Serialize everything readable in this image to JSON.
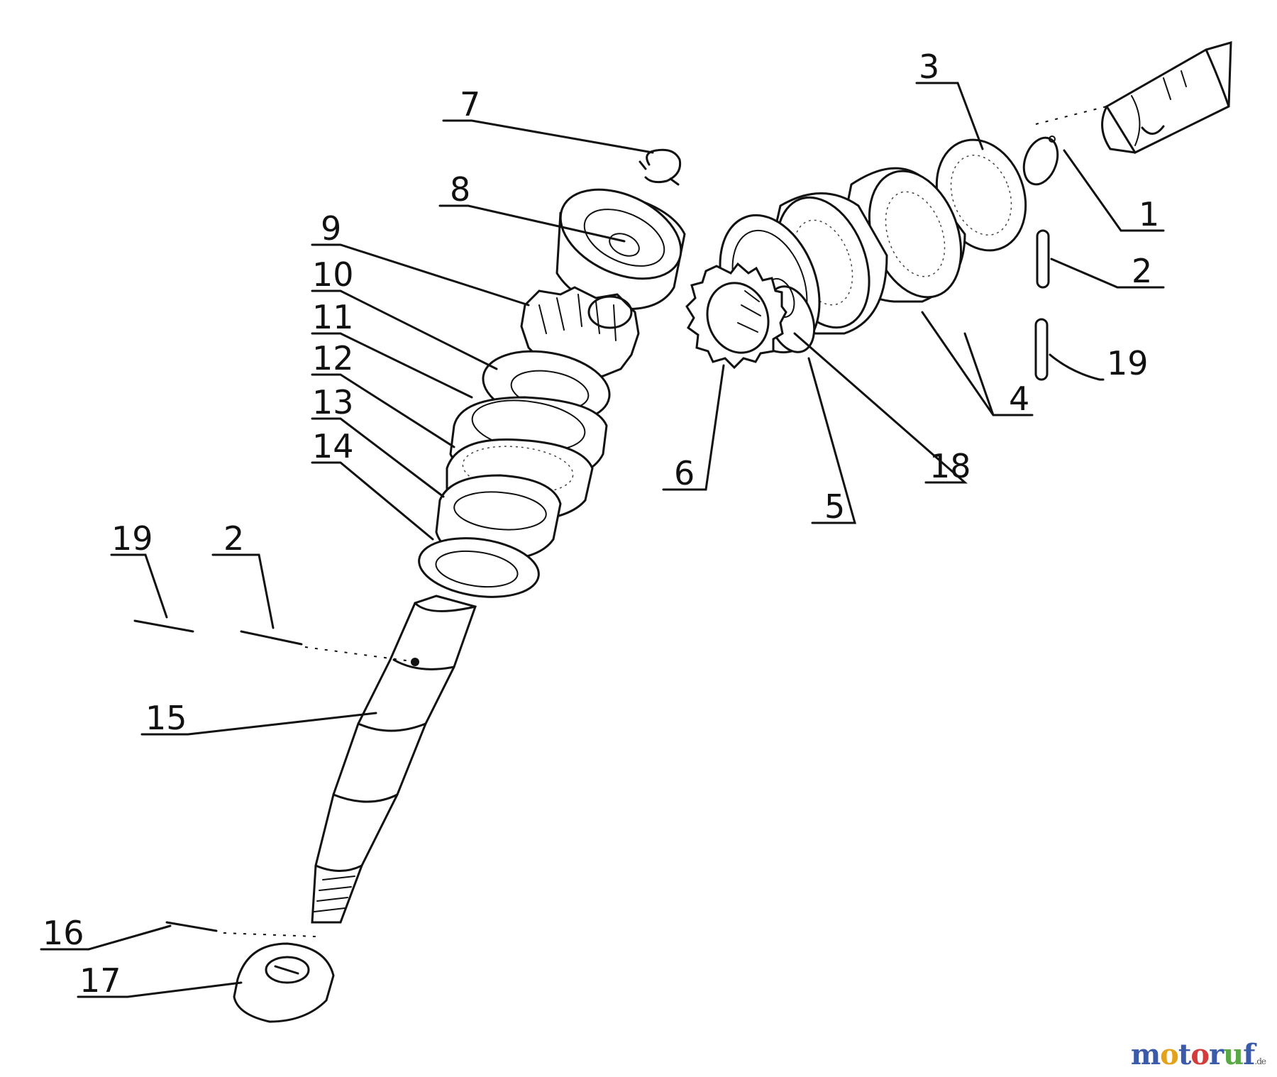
{
  "diagram": {
    "callouts": [
      {
        "id": "1",
        "label": "1"
      },
      {
        "id": "2a",
        "label": "2"
      },
      {
        "id": "3",
        "label": "3"
      },
      {
        "id": "4",
        "label": "4"
      },
      {
        "id": "5",
        "label": "5"
      },
      {
        "id": "6",
        "label": "6"
      },
      {
        "id": "7",
        "label": "7"
      },
      {
        "id": "8",
        "label": "8"
      },
      {
        "id": "9",
        "label": "9"
      },
      {
        "id": "10",
        "label": "10"
      },
      {
        "id": "11",
        "label": "11"
      },
      {
        "id": "12",
        "label": "12"
      },
      {
        "id": "13",
        "label": "13"
      },
      {
        "id": "14",
        "label": "14"
      },
      {
        "id": "15",
        "label": "15"
      },
      {
        "id": "16",
        "label": "16"
      },
      {
        "id": "17",
        "label": "17"
      },
      {
        "id": "18",
        "label": "18"
      },
      {
        "id": "19a",
        "label": "19"
      },
      {
        "id": "19b",
        "label": "19"
      },
      {
        "id": "2b",
        "label": "2"
      }
    ]
  },
  "watermark": {
    "parts": [
      {
        "text": "m",
        "color": "#3b5aa8"
      },
      {
        "text": "o",
        "color": "#e3a21a"
      },
      {
        "text": "t",
        "color": "#3b5aa8"
      },
      {
        "text": "o",
        "color": "#d23c3c"
      },
      {
        "text": "r",
        "color": "#3b5aa8"
      },
      {
        "text": "u",
        "color": "#5aa845"
      },
      {
        "text": "f",
        "color": "#3b5aa8"
      }
    ],
    "suffix": ".de"
  }
}
